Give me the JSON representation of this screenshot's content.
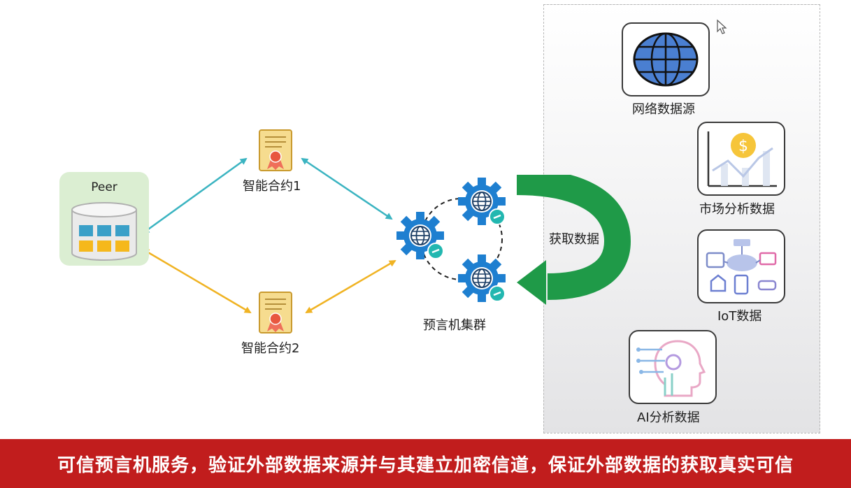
{
  "peer": {
    "label": "Peer"
  },
  "contracts": [
    {
      "label": "智能合约1"
    },
    {
      "label": "智能合约2"
    }
  ],
  "oracle_cluster": {
    "label": "预言机集群"
  },
  "fetch": {
    "label": "获取数据"
  },
  "sources": [
    {
      "label": "网络数据源",
      "icon": "globe-icon"
    },
    {
      "label": "市场分析数据",
      "icon": "market-chart-icon"
    },
    {
      "label": "IoT数据",
      "icon": "iot-devices-icon"
    },
    {
      "label": "AI分析数据",
      "icon": "ai-head-icon"
    }
  ],
  "banner": {
    "text": "可信预言机服务，验证外部数据来源并与其建立加密信道，保证外部数据的获取真实可信"
  },
  "colors": {
    "teal_arrow": "#3bb4c1",
    "yellow_arrow": "#f0b323",
    "gear_blue": "#1e7fd0",
    "green_arrow": "#1f9a48",
    "banner_red": "#c11d1d",
    "peer_bg": "#dbeed2"
  }
}
